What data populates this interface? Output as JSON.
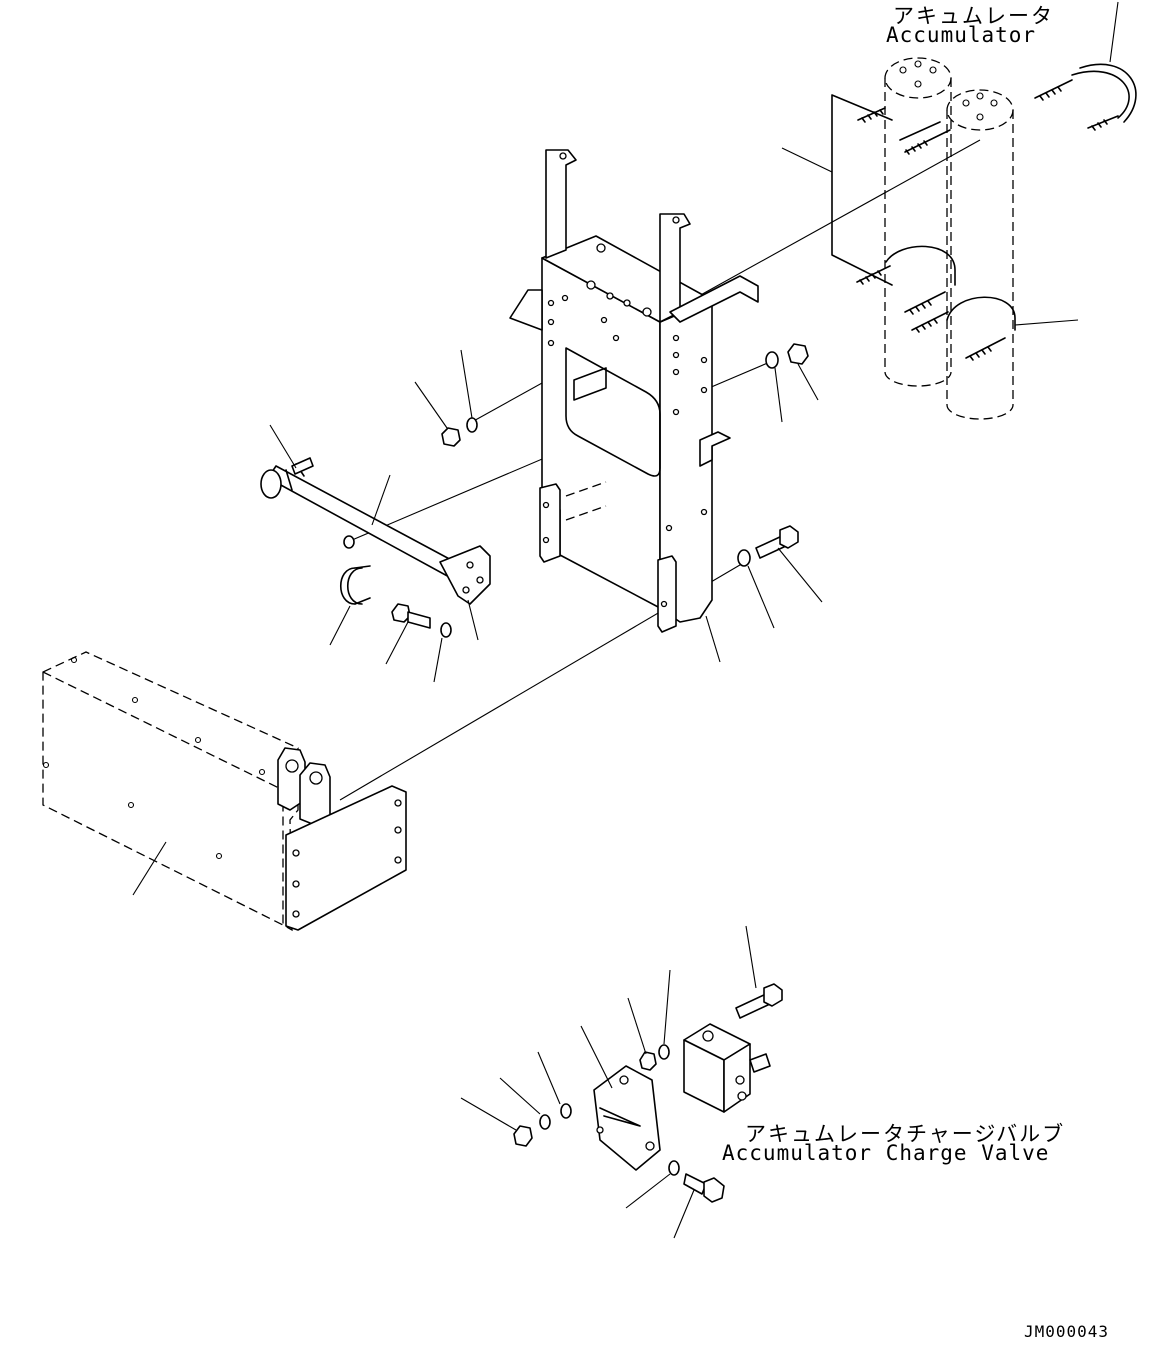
{
  "labels": {
    "accumulator_jp": "アキュムレータ",
    "accumulator_en": "Accumulator",
    "charge_valve_jp": "アキュムレータチャージバルブ",
    "charge_valve_en": "Accumulator Charge Valve"
  },
  "drawing_code": "JM000043",
  "colors": {
    "line": "#000000",
    "background": "#ffffff"
  }
}
